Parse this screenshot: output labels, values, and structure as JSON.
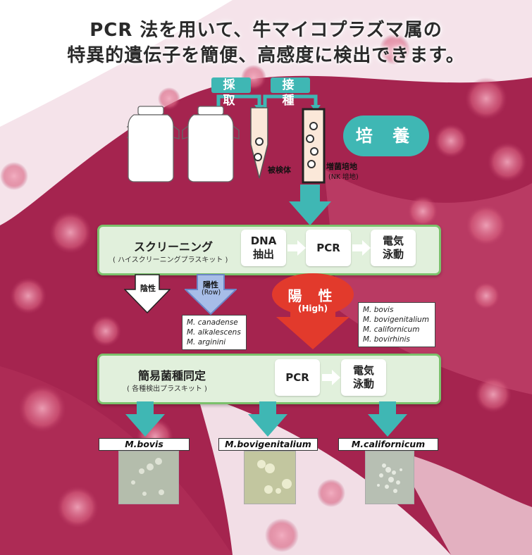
{
  "headline": {
    "line1": "PCR 法を用いて、牛マイコプラズマ属の",
    "line2": "特異的遺伝子を簡便、高感度に検出できます。"
  },
  "sampling": {
    "collect_label": "採 取",
    "inoculate_label": "接 種",
    "specimen_label": "被検体",
    "enrichment_label": "増菌培地",
    "enrichment_sub": "(NK 培地)",
    "culture_label": "培 養"
  },
  "screening": {
    "title": "スクリーニング",
    "subtitle": "( ハイスクリーニングプラスキット )",
    "steps": [
      "DNA\n抽出",
      "PCR",
      "電気\n泳動"
    ]
  },
  "results": {
    "negative": "陰性",
    "weak_positive": "陽性",
    "weak_positive_sub": "(Row)",
    "positive": "陽 性",
    "positive_sub": "(High)",
    "weak_species": [
      "M. canadense",
      "M. alkalescens",
      "M. arginini"
    ],
    "high_species": [
      "M. bovis",
      "M. bovigenitalium",
      "M. californicum",
      "M. bovirhinis"
    ]
  },
  "identification": {
    "title": "簡易菌種同定",
    "subtitle": "( 各種検出プラスキット )",
    "steps": [
      "PCR",
      "電気\n泳動"
    ]
  },
  "species_labels": [
    "M.bovis",
    "M.bovigenitalium",
    "M.californicum"
  ],
  "colors": {
    "teal": "#3fb7b4",
    "green_border": "#7cc16c",
    "green_fill": "#e1f0dc",
    "red": "#e23a2c",
    "blue_arrow": "#a7bde8",
    "magenta_bg": "#a0224d"
  }
}
